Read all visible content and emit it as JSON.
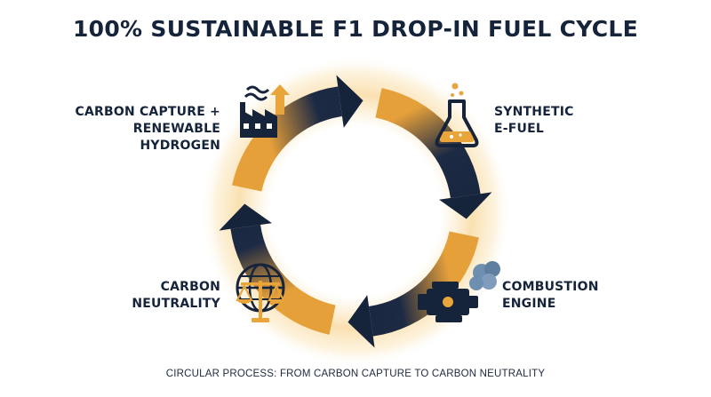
{
  "title": "100% SUSTAINABLE F1 DROP-IN FUEL CYCLE",
  "caption": "CIRCULAR PROCESS: FROM CARBON CAPTURE TO CARBON NEUTRALITY",
  "colors": {
    "navy": "#16243b",
    "gold": "#e9a43a",
    "glow": "#f6c76f"
  },
  "stages": [
    {
      "id": "carbon-capture",
      "lines": [
        "CARBON CAPTURE +",
        "RENEWABLE HYDROGEN"
      ],
      "icon": "factory-icon"
    },
    {
      "id": "synthetic-efuel",
      "lines": [
        "SYNTHETIC",
        "E-FUEL"
      ],
      "icon": "flask-icon"
    },
    {
      "id": "combustion-engine",
      "lines": [
        "COMBUSTION",
        "ENGINE"
      ],
      "icon": "engine-icon"
    },
    {
      "id": "carbon-neutrality",
      "lines": [
        "CARBON",
        "NEUTRALITY"
      ],
      "icon": "globe-scales-icon"
    }
  ]
}
